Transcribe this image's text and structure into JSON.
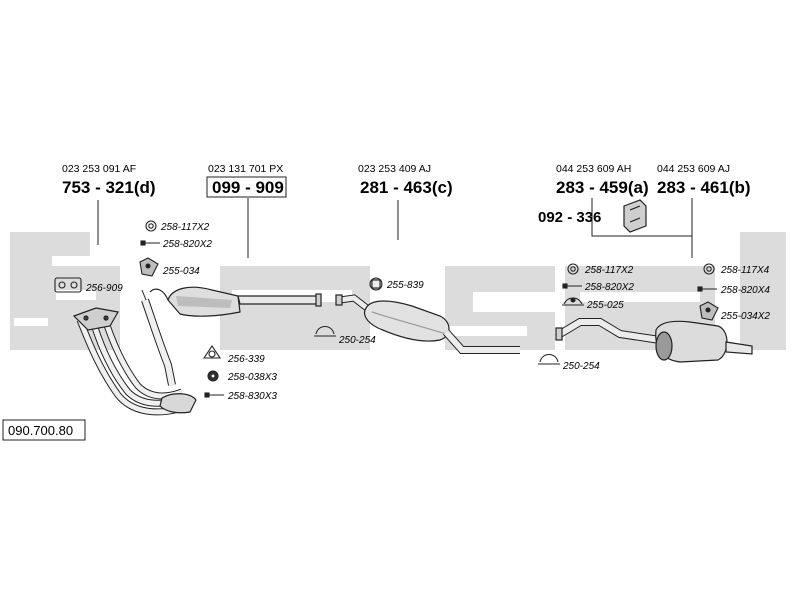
{
  "diagram_ref": "090.700.80",
  "watermark": "bosal",
  "colors": {
    "watermark": "#dcdcdc",
    "line": "#222222",
    "part_fill": "#e6e6e6",
    "part_dark": "#9a9a9a"
  },
  "parts": [
    {
      "id": "front-pipe",
      "oem": "023 253 091 AF",
      "number": "753 - 321(d)",
      "boxed": false
    },
    {
      "id": "catalyst",
      "oem": "023 131 701 PX",
      "number": "099 - 909",
      "boxed": true
    },
    {
      "id": "middle-silencer",
      "oem": "023 253 409 AJ",
      "number": "281 - 463(c)",
      "boxed": false
    },
    {
      "id": "rear-silencer-a",
      "oem": "044 253 609 AH",
      "number": "283 - 459(a)",
      "boxed": false
    },
    {
      "id": "rear-silencer-b",
      "oem": "044 253 609 AJ",
      "number": "283 - 461(b)",
      "boxed": false
    },
    {
      "id": "bracket",
      "oem": "",
      "number": "092 - 336",
      "boxed": false
    }
  ],
  "accessories": {
    "a1": {
      "label": "258-117X2",
      "icon": "ring-icon"
    },
    "a2": {
      "label": "258-820X2",
      "icon": "bolt-icon"
    },
    "a3": {
      "label": "255-034",
      "icon": "rubber-mount-icon"
    },
    "a4": {
      "label": "256-909",
      "icon": "gasket-icon"
    },
    "a5": {
      "label": "256-339",
      "icon": "flange-gasket-icon"
    },
    "a6": {
      "label": "258-038X3",
      "icon": "nut-icon"
    },
    "a7": {
      "label": "258-830X3",
      "icon": "bolt-icon"
    },
    "a8": {
      "label": "255-839",
      "icon": "hanger-icon"
    },
    "a9": {
      "label": "250-254",
      "icon": "clamp-icon"
    },
    "a10": {
      "label": "258-117X2",
      "icon": "ring-icon"
    },
    "a11": {
      "label": "258-820X2",
      "icon": "bolt-icon"
    },
    "a12": {
      "label": "255-025",
      "icon": "rubber-mount-icon"
    },
    "a13": {
      "label": "250-254",
      "icon": "clamp-icon"
    },
    "a14": {
      "label": "258-117X4",
      "icon": "ring-icon"
    },
    "a15": {
      "label": "258-820X4",
      "icon": "bolt-icon"
    },
    "a16": {
      "label": "255-034X2",
      "icon": "rubber-mount-icon"
    }
  }
}
